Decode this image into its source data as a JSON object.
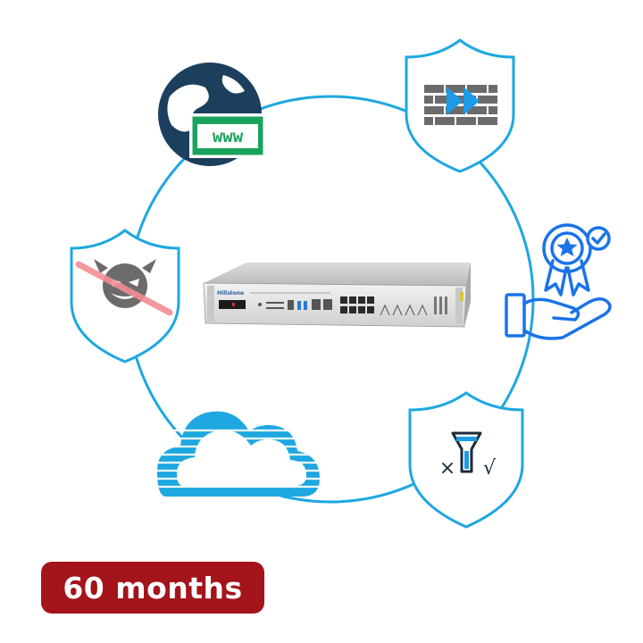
{
  "title": "",
  "colors": {
    "ring": "#1ea7e1",
    "accent_blue": "#1a73e8",
    "globe": "#1c3f5e",
    "www_green": "#1aa35c",
    "badge_red": "#a3141b",
    "strike_pink": "#f28d93"
  },
  "icons": {
    "top_left": "globe-www-icon",
    "top_right": "firewall-shield-icon",
    "right": "award-hand-icon",
    "bottom_right": "filter-shield-icon",
    "bottom_left": "cloud-icon",
    "left": "threat-block-shield-icon",
    "center": "network-appliance"
  },
  "globe_label": "www",
  "filter_marks": {
    "deny": "×",
    "allow": "√"
  },
  "device_brand": "Hillstone",
  "duration_badge": "60 months"
}
